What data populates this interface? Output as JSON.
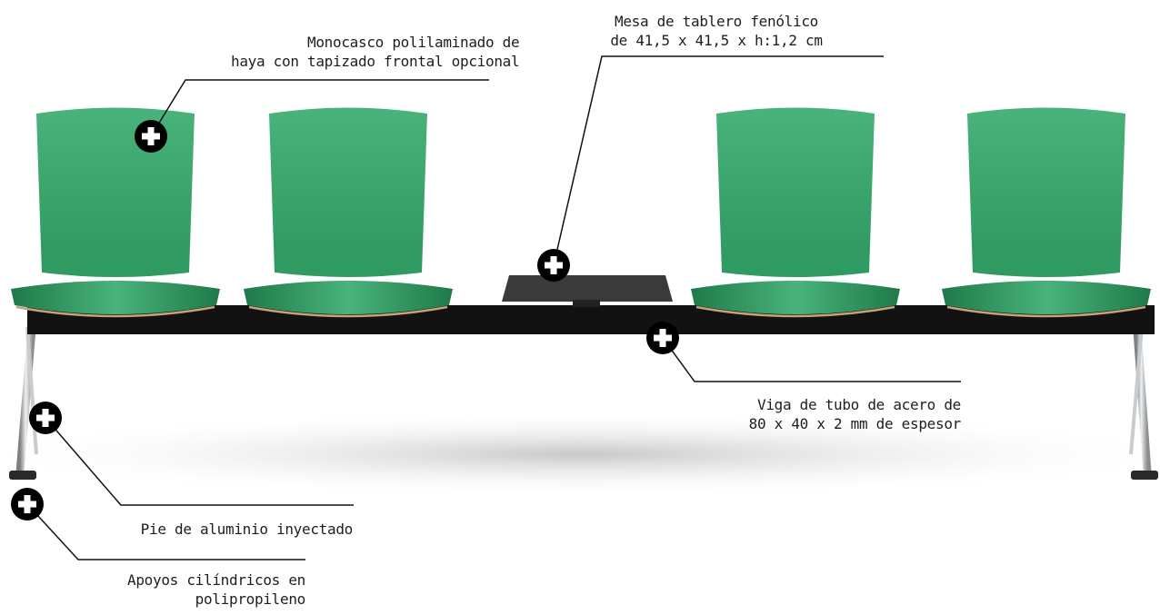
{
  "colors": {
    "upholstery": "#2f9a62",
    "upholstery_dark": "#1f7a4a",
    "upholstery_light": "#49b37b",
    "beam": "#121212",
    "table_top": "#3a3a3a",
    "chrome": "#b9bcbf",
    "marker": "#000000",
    "text": "#1e1e1e"
  },
  "icons": {
    "hotspot": "plus-circle-icon"
  },
  "annotations": [
    {
      "id": "shell",
      "lines": [
        "Monocasco polilaminado de",
        "haya con tapizado frontal opcional"
      ]
    },
    {
      "id": "table",
      "lines": [
        "Mesa de tablero fenólico",
        "de 41,5 x 41,5 x h:1,2 cm"
      ]
    },
    {
      "id": "beam",
      "lines": [
        "Viga de tubo de acero de",
        "80 x 40 x 2 mm de espesor"
      ]
    },
    {
      "id": "leg",
      "lines": [
        "Pie de aluminio inyectado"
      ]
    },
    {
      "id": "feet",
      "lines": [
        "Apoyos cilíndricos en",
        "polipropileno"
      ]
    }
  ]
}
